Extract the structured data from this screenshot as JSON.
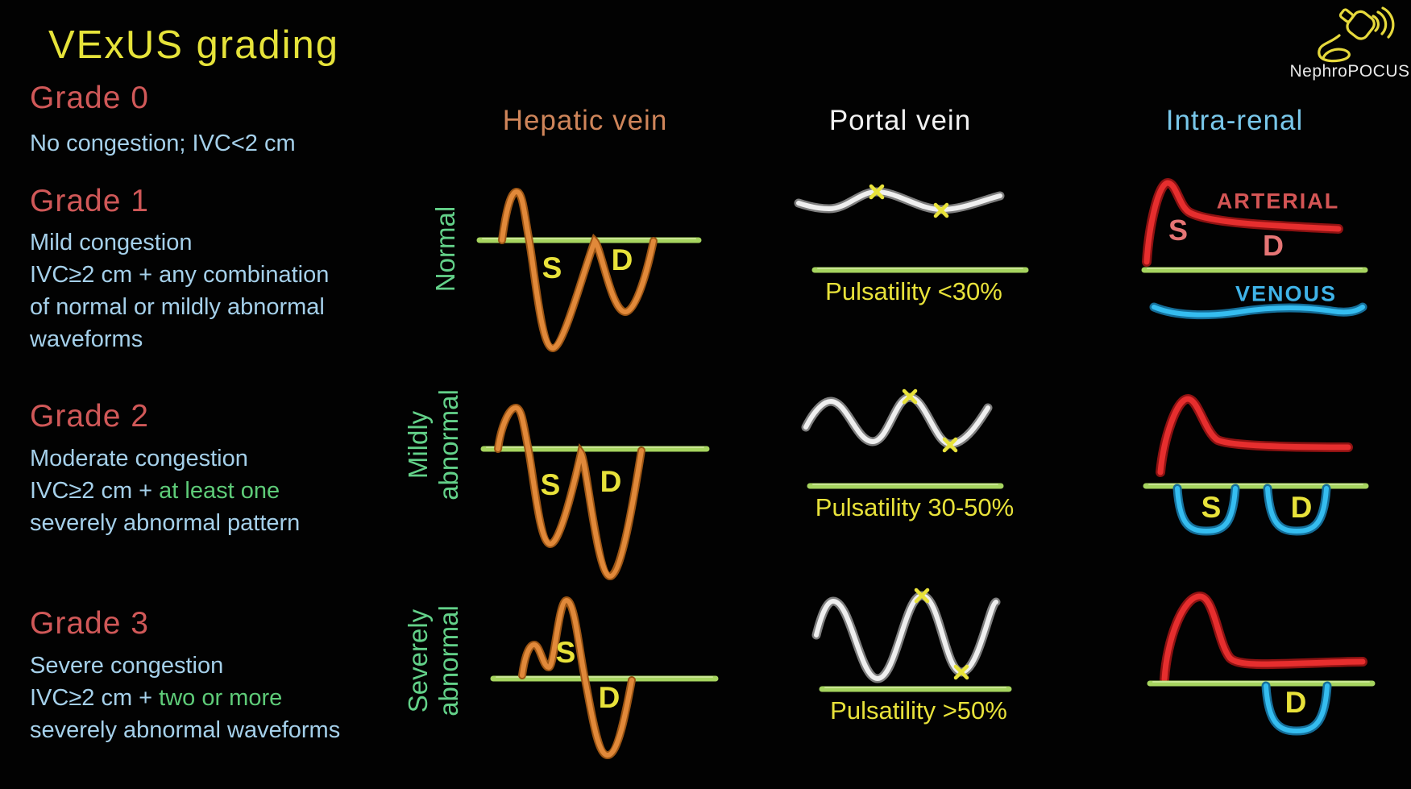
{
  "title": "VExUS grading",
  "logo": {
    "brand": "NephroPOCUS"
  },
  "columns": {
    "hepatic": "Hepatic vein",
    "portal": "Portal vein",
    "intrarenal": "Intra-renal"
  },
  "grades": {
    "g0": {
      "title": "Grade 0",
      "desc": "No congestion; IVC<2 cm"
    },
    "g1": {
      "title": "Grade 1",
      "l1": "Mild congestion",
      "l2": "IVC≥2 cm + any combination",
      "l3": "of normal or mildly abnormal",
      "l4": "waveforms"
    },
    "g2": {
      "title": "Grade 2",
      "l1": "Moderate congestion",
      "l2a": "IVC≥2 cm + ",
      "l2b": "at least one",
      "l3": "severely abnormal pattern"
    },
    "g3": {
      "title": "Grade 3",
      "l1": "Severe congestion",
      "l2a": "IVC≥2 cm + ",
      "l2b": "two or more",
      "l3": "severely abnormal waveforms"
    }
  },
  "row_labels": {
    "r1": "Normal",
    "r2a": "Mildly",
    "r2b": "abnormal",
    "r3a": "Severely",
    "r3b": "abnormal"
  },
  "portal_captions": {
    "r1": "Pulsatility <30%",
    "r2": "Pulsatility 30-50%",
    "r3": "Pulsatility >50%"
  },
  "wave_labels": {
    "s": "S",
    "d": "D"
  },
  "intrarenal_labels": {
    "arterial": "ARTERIAL",
    "venous": "VENOUS"
  },
  "colors": {
    "background": "#020202",
    "title_yellow": "#e6e33a",
    "grade_red": "#d05858",
    "body_blue": "#a5d0ea",
    "accent_green": "#5ecb78",
    "row_label_green": "#63d189",
    "baseline_green": "#a6d45f",
    "hepatic_orange": "#e1893a",
    "portal_white": "#efefef",
    "marker_yellow": "#e8e23a",
    "arterial_red": "#e62e2e",
    "venous_blue": "#35bdf0",
    "hepatic_header": "#cf855a",
    "portal_header": "#f2f2f2",
    "intrarenal_header": "#79c7ea"
  }
}
